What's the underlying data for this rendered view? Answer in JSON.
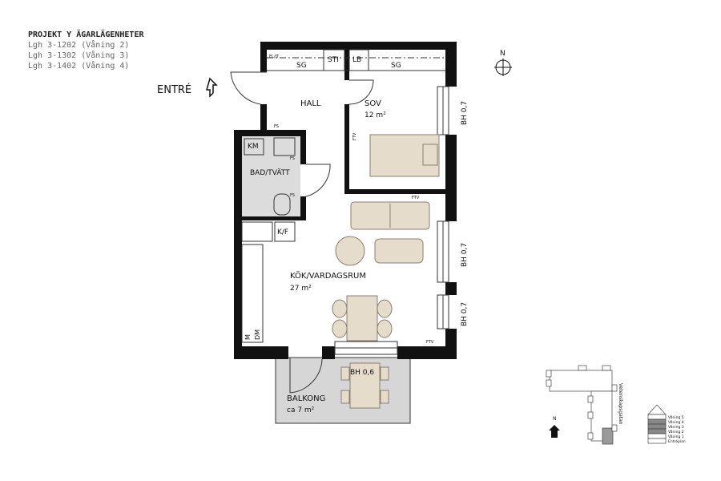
{
  "project": {
    "title": "PROJEKT Y ÄGARLÄGENHETER",
    "units": [
      "Lgh 3-1202 (Våning 2)",
      "Lgh 3-1302 (Våning 3)",
      "Lgh 3-1402 (Våning 4)"
    ]
  },
  "entrance_label": "ENTRÉ",
  "compass_label": "N",
  "rooms": {
    "hall": "HALL",
    "sov": "SOV",
    "sov_area": "12 m²",
    "bad": "BAD/TVÄTT",
    "kok": "KÖK/VARDAGSRUM",
    "kok_area": "27 m²",
    "balkong": "BALKONG",
    "balkong_area": "ca 7 m²"
  },
  "labels": {
    "sg": "SG",
    "sti": "STI",
    "lb": "LB",
    "km": "KM",
    "kf": "K/F",
    "elit": "EL/IT",
    "fs": "FS",
    "ftv": "FTV",
    "m": "M",
    "dm": "DM",
    "bh07": "BH 0,7",
    "bh06": "BH 0,6"
  },
  "keyplan": {
    "street": "Vetenskapsgatan",
    "north": "N",
    "floors": [
      "Våning 5",
      "Våning 4",
      "Våning 3",
      "Våning 2",
      "Våning 1",
      "Entréplan"
    ],
    "highlighted_floors": [
      "Våning 4",
      "Våning 3",
      "Våning 2"
    ]
  },
  "colors": {
    "wall": "#111111",
    "furniture": "#e6dccb",
    "balcony": "#d6d6d6",
    "wetroom": "#dcdcdc"
  }
}
